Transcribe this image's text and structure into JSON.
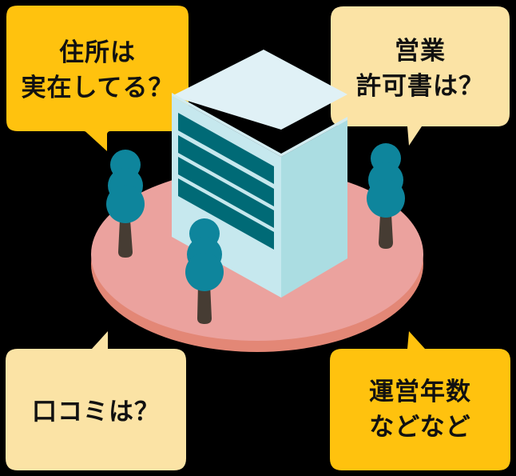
{
  "illustration": {
    "title": "Company verification checklist illustration",
    "colors": {
      "background": "#000000",
      "bubble_highlight": "#FFC20E",
      "bubble_light": "#FBE3A5",
      "platform_top": "#EBA29E",
      "platform_side": "#E38776",
      "building_top": "#E0F1F6",
      "building_front": "#C6E8EE",
      "building_side": "#ABDDE2",
      "windows": "#006A76",
      "tree_foliage": "#0E859C",
      "tree_trunk": "#463C33"
    },
    "bubbles": [
      {
        "id": "address",
        "lines": [
          "住所は",
          "実在してる？"
        ],
        "style": "highlight-outlined"
      },
      {
        "id": "license",
        "lines": [
          "営業",
          "許可書は？"
        ],
        "style": "light"
      },
      {
        "id": "reviews",
        "lines": [
          "口コミは？"
        ],
        "style": "light"
      },
      {
        "id": "years",
        "lines": [
          "運営年数",
          "などなど"
        ],
        "style": "highlight"
      }
    ],
    "icons": [
      "office-building-icon",
      "tree-icon",
      "tree-icon",
      "tree-icon",
      "platform-disc"
    ]
  }
}
